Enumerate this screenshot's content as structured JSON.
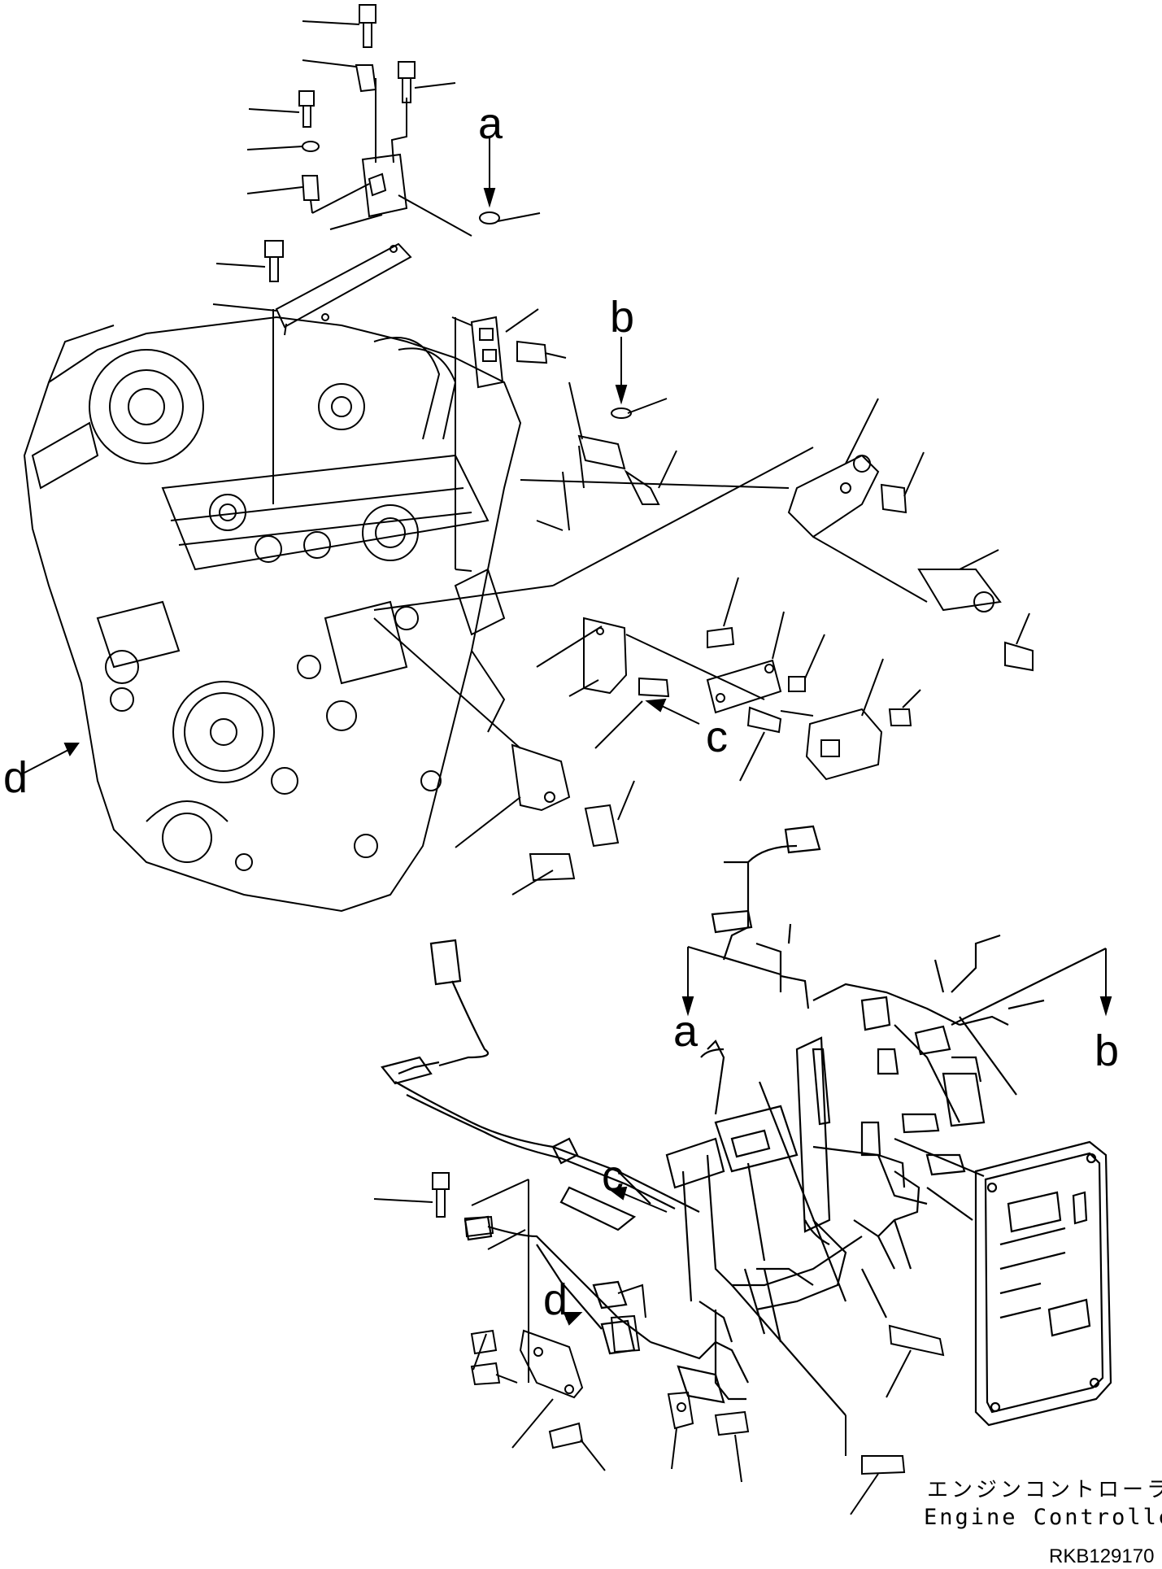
{
  "diagram": {
    "view_letters": {
      "a_top": "a",
      "b_top": "b",
      "c_top": "c",
      "d_left": "d",
      "a_bottom": "a",
      "b_bottom": "b",
      "c_bottom": "c",
      "d_bottom": "d"
    },
    "controller_label_jp": "エンジンコントローラ",
    "controller_label_en": "Engine Controller",
    "drawing_number": "RKB129170"
  }
}
